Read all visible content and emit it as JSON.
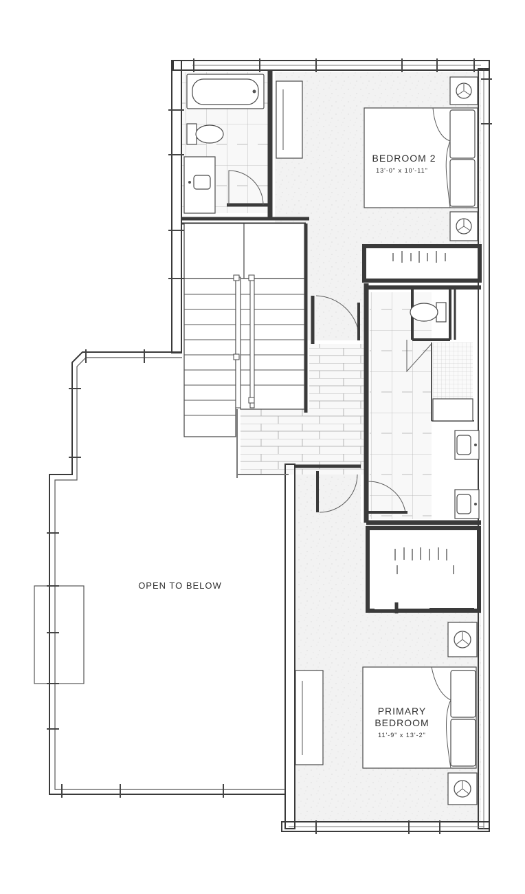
{
  "rooms": {
    "bedroom2": {
      "name": "BEDROOM 2",
      "dims": "13'-0\" x 10'-11\""
    },
    "primary": {
      "name_line1": "PRIMARY",
      "name_line2": "BEDROOM",
      "dims": "11'-9\" x 13'-2\""
    },
    "open": {
      "name": "OPEN TO BELOW"
    }
  },
  "colors": {
    "wall": "#3a3a3a",
    "floor_speckle": "#f3f3f3",
    "tile": "#f7f7f7"
  }
}
